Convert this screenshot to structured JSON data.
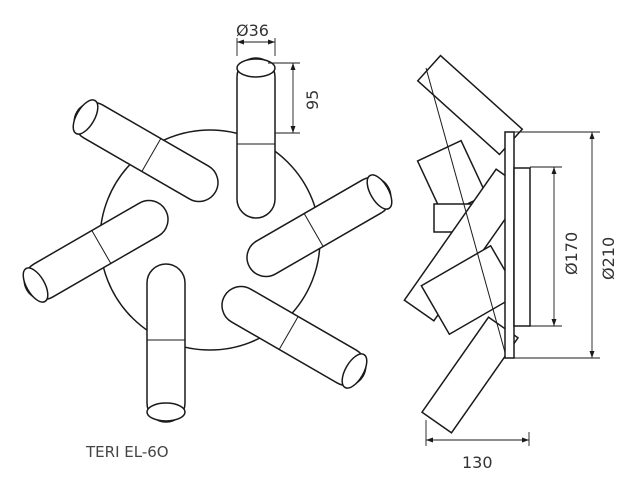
{
  "model": "TERI EL-6O",
  "dimensions": {
    "tube_diameter": "Ø36",
    "tube_length": "95",
    "plate_diameter_inner": "Ø170",
    "plate_diameter_outer": "Ø210",
    "depth": "130"
  }
}
